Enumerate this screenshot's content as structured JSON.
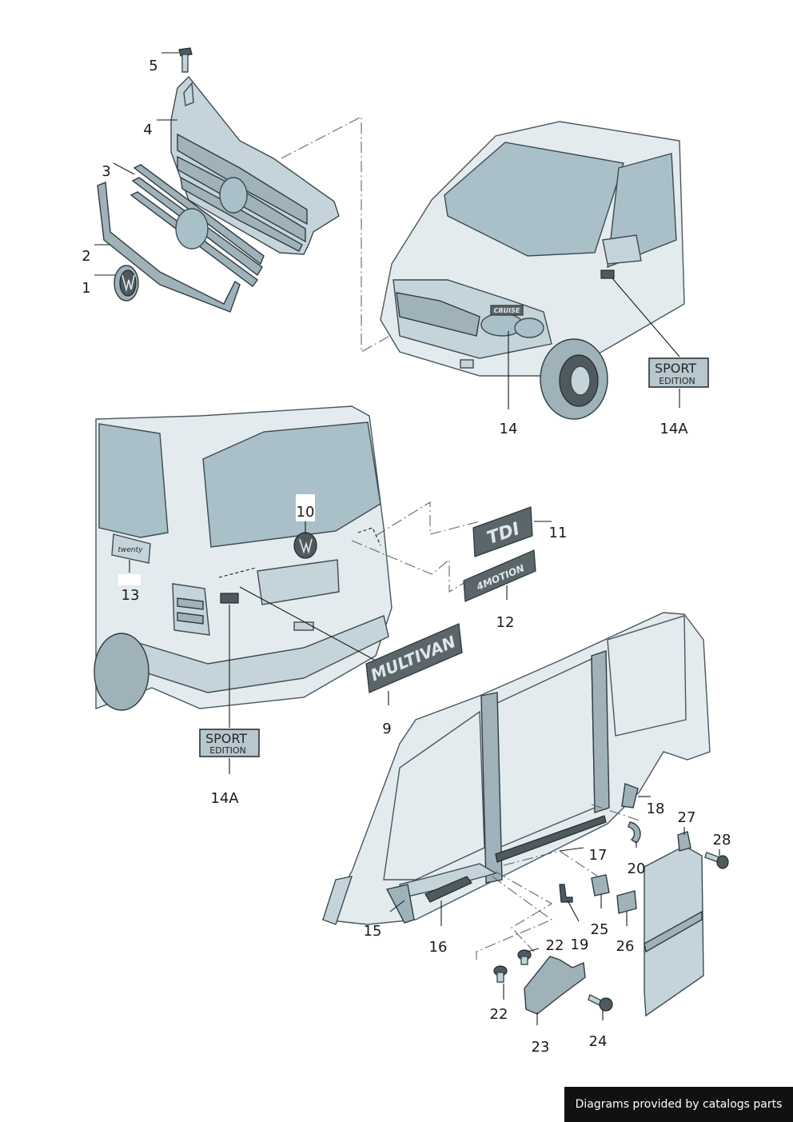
{
  "callouts": {
    "c1": "1",
    "c2": "2",
    "c3": "3",
    "c4": "4",
    "c5": "5",
    "c9": "9",
    "c10": "10",
    "c11": "11",
    "c12": "12",
    "c13": "13",
    "c14": "14",
    "c14a_top": "14A",
    "c14a_bottom": "14A",
    "c15": "15",
    "c16": "16",
    "c17": "17",
    "c18": "18",
    "c19": "19",
    "c20": "20",
    "c22a": "22",
    "c22b": "22",
    "c23": "23",
    "c24": "24",
    "c25": "25",
    "c26": "26",
    "c27": "27",
    "c28": "28"
  },
  "badges": {
    "tdi": "TDI",
    "motion": "4MOTION",
    "multivan": "MULTIVAN",
    "cruise": "CRUISE",
    "twenty": "twenty",
    "sport_line1": "SPORT",
    "sport_line2": "EDITION"
  },
  "footer": {
    "credit": "Diagrams provided by catalogs parts"
  }
}
